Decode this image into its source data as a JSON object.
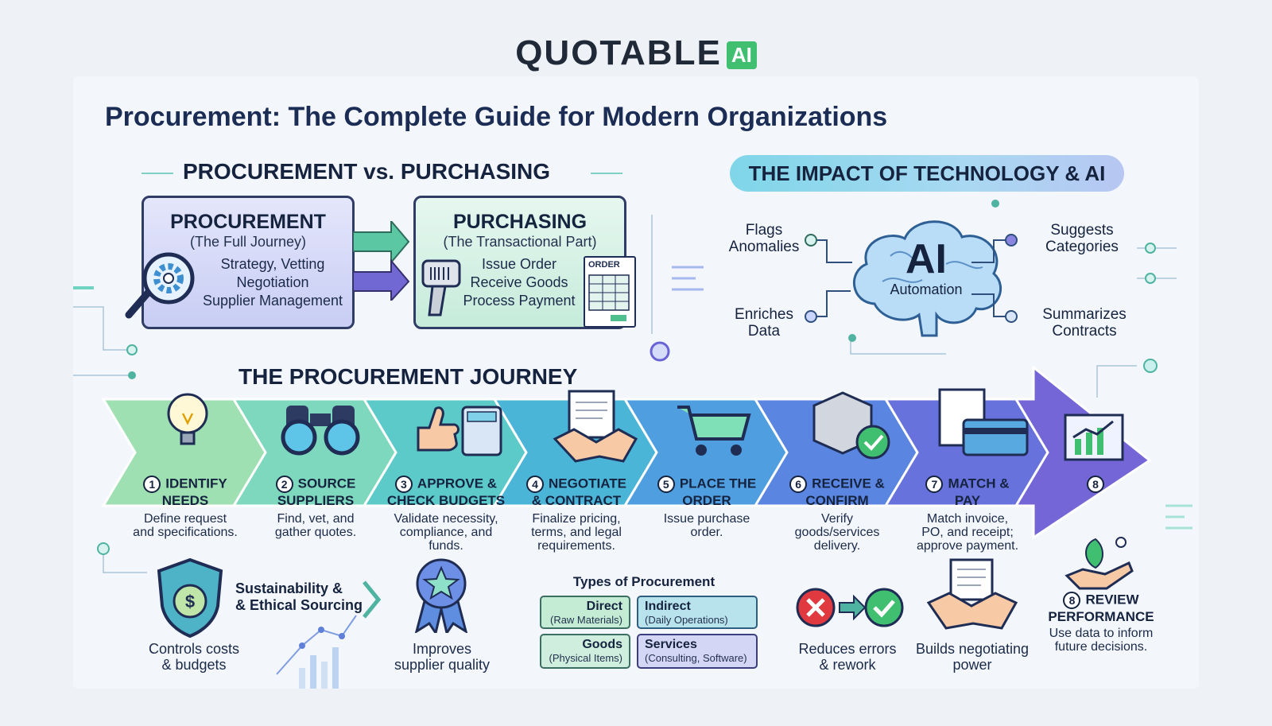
{
  "logo": {
    "word": "QUOTABLE",
    "badge": "AI"
  },
  "title": "Procurement:  The Complete Guide for Modern Organizations",
  "vs_section": {
    "heading": "PROCUREMENT vs. PURCHASING",
    "procurement": {
      "title": "PROCUREMENT",
      "subtitle": "(The Full Journey)",
      "lines": [
        "Strategy, Vetting",
        "Negotiation",
        "Supplier Management"
      ]
    },
    "purchasing": {
      "title": "PURCHASING",
      "subtitle": "(The Transactional Part)",
      "lines": [
        "Issue Order",
        "Receive Goods",
        "Process Payment"
      ],
      "doc_label": "ORDER"
    }
  },
  "ai_section": {
    "heading": "THE IMPACT OF TECHNOLOGY & AI",
    "center_big": "AI",
    "center_small": "Automation",
    "features": {
      "flags": [
        "Flags",
        "Anomalies"
      ],
      "enriches": [
        "Enriches",
        "Data"
      ],
      "suggests": [
        "Suggests",
        "Categories"
      ],
      "summarizes": [
        "Summarizes",
        "Contracts"
      ]
    }
  },
  "journey": {
    "heading": "THE PROCUREMENT JOURNEY",
    "steps": [
      {
        "num": "1",
        "name": [
          "IDENTIFY",
          "NEEDS"
        ],
        "desc": [
          "Define request",
          "and specifications."
        ],
        "color": "#9fe0b2"
      },
      {
        "num": "2",
        "name": [
          "SOURCE",
          "SUPPLIERS"
        ],
        "desc": [
          "Find, vet, and",
          "gather quotes."
        ],
        "color": "#7ed8bd"
      },
      {
        "num": "3",
        "name": [
          "APPROVE &",
          "CHECK BUDGETS"
        ],
        "desc": [
          "Validate necessity,",
          "compliance, and",
          "funds."
        ],
        "color": "#5ccac8"
      },
      {
        "num": "4",
        "name": [
          "NEGOTIATE",
          "& CONTRACT"
        ],
        "desc": [
          "Finalize pricing,",
          "terms, and legal",
          "requirements."
        ],
        "color": "#4bb5d8"
      },
      {
        "num": "5",
        "name": [
          "PLACE THE",
          "ORDER"
        ],
        "desc": [
          "Issue purchase",
          "order."
        ],
        "color": "#4f9fe0"
      },
      {
        "num": "6",
        "name": [
          "RECEIVE &",
          "CONFIRM"
        ],
        "desc": [
          "Verify",
          "goods/services",
          "delivery."
        ],
        "color": "#5a85e0"
      },
      {
        "num": "7",
        "name": [
          "MATCH &",
          "PAY"
        ],
        "desc": [
          "Match invoice,",
          "PO, and receipt;",
          "approve payment."
        ],
        "color": "#6872dc"
      },
      {
        "num": "8",
        "name": [],
        "desc": [],
        "color": "#7466d6"
      }
    ]
  },
  "benefits": {
    "costs": [
      "Controls costs",
      "& budgets"
    ],
    "sustain": [
      "Sustainability &",
      "& Ethical Sourcing"
    ],
    "quality": [
      "Improves",
      "supplier quality"
    ],
    "types_heading": "Types of Procurement",
    "types": [
      {
        "name": "Direct",
        "sub": "(Raw Materials)"
      },
      {
        "name": "Indirect",
        "sub": "(Daily Operations)"
      },
      {
        "name": "Goods",
        "sub": "(Physical Items)"
      },
      {
        "name": "Services",
        "sub": "(Consulting, Software)"
      }
    ],
    "errors": [
      "Reduces errors",
      "& rework"
    ],
    "negotiating": [
      "Builds negotiating",
      "power"
    ],
    "review": {
      "num": "8",
      "title": [
        "REVIEW",
        "PERFORMANCE"
      ],
      "desc": [
        "Use data to inform",
        "future decisions."
      ]
    }
  },
  "colors": {
    "accent_green": "#3fbf6f",
    "navy": "#1c2d55",
    "teal": "#4fb3a2",
    "purple": "#6a63d6"
  }
}
